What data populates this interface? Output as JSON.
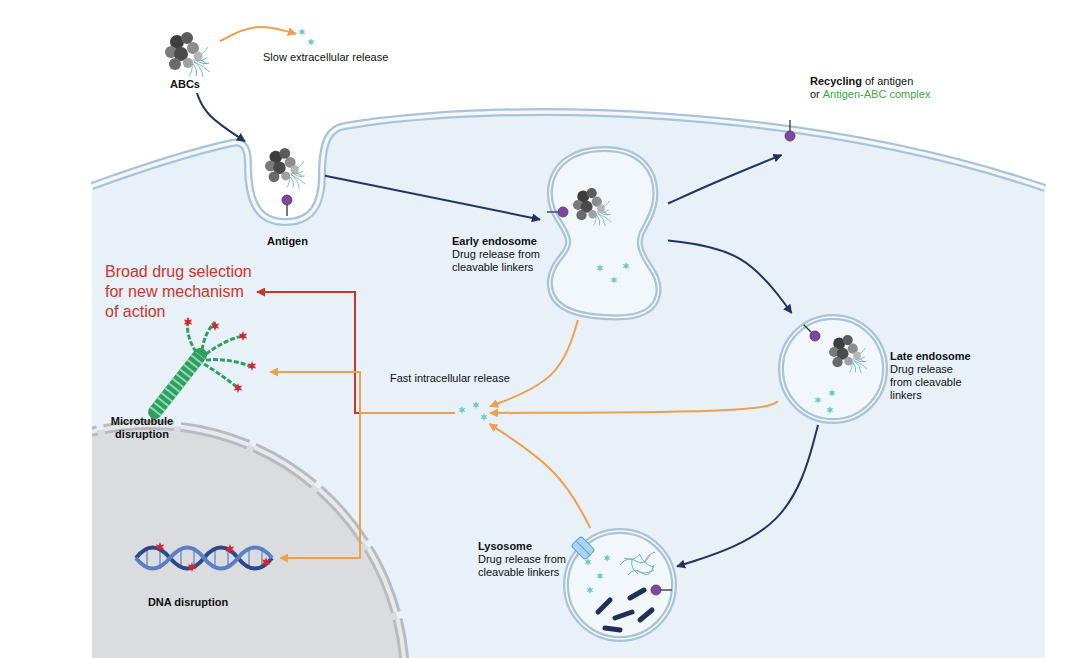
{
  "diagram": {
    "nodes": [
      {
        "text": [
          "ABCs"
        ]
      },
      {
        "text": [
          "Slow extracellular release"
        ]
      },
      {
        "text": [
          "Recycling",
          "of antigen",
          "or",
          "Antigen-ABC complex"
        ]
      },
      {
        "text": [
          "Antigen"
        ]
      },
      {
        "text": [
          "Early endosome",
          "Drug release from cleavable linkers"
        ]
      },
      {
        "text": [
          "Broad drug selection for new mechanism of action"
        ]
      },
      {
        "text": [
          "Late endosome",
          "Drug release from cleavable linkers"
        ]
      },
      {
        "text": [
          "Fast intracellular release"
        ]
      },
      {
        "text": [
          "Microtubule disruption"
        ]
      },
      {
        "text": [
          "Lysosome",
          "Drug release from cleavable linkers"
        ]
      },
      {
        "text": [
          "DNA disruption"
        ]
      }
    ],
    "edges": [
      {
        "from": 0,
        "to": 1,
        "arrow": "to"
      },
      {
        "from": 0,
        "to": 3,
        "arrow": "to"
      },
      {
        "from": 3,
        "to": 4,
        "arrow": "to"
      },
      {
        "from": 4,
        "to": 2,
        "arrow": "to"
      },
      {
        "from": 4,
        "to": 6,
        "arrow": "to"
      },
      {
        "from": 6,
        "to": 9,
        "arrow": "to"
      },
      {
        "from": 4,
        "to": 7,
        "arrow": "to"
      },
      {
        "from": 6,
        "to": 7,
        "arrow": "to"
      },
      {
        "from": 9,
        "to": 7,
        "arrow": "to"
      },
      {
        "from": 7,
        "to": 5,
        "arrow": "to"
      },
      {
        "from": 7,
        "to": 8,
        "arrow": "to"
      },
      {
        "from": 7,
        "to": 10,
        "arrow": "to"
      }
    ]
  }
}
